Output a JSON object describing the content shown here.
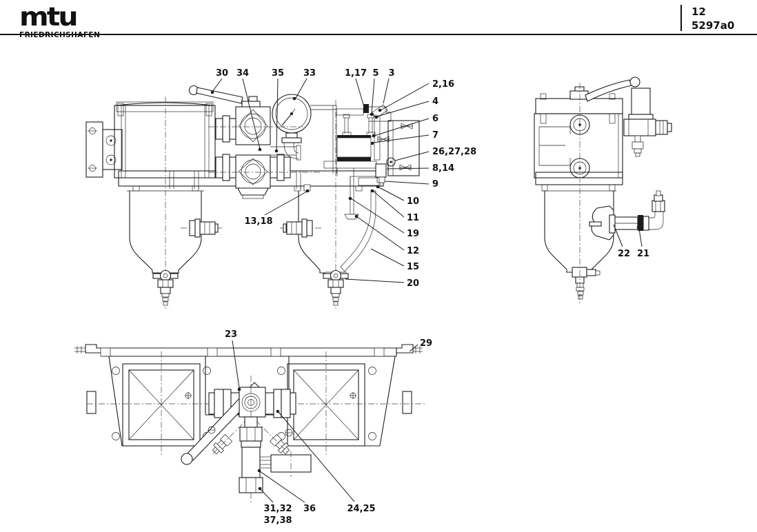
{
  "header": {
    "brand": "mtu",
    "brand_subtitle": "FRIEDRICHSHAFEN",
    "page_number": "12",
    "drawing_number": "5297a0"
  },
  "callouts": {
    "c30": "30",
    "c34": "34",
    "c35": "35",
    "c33": "33",
    "c1_17": "1,17",
    "c5": "5",
    "c3": "3",
    "c2_16": "2,16",
    "c4": "4",
    "c6": "6",
    "c7": "7",
    "c26_27_28": "26,27,28",
    "c8_14": "8,14",
    "c9": "9",
    "c10": "10",
    "c11": "11",
    "c19": "19",
    "c12": "12",
    "c15": "15",
    "c20": "20",
    "c13_18": "13,18",
    "c22": "22",
    "c21": "21",
    "c23": "23",
    "c29": "29",
    "c31_32": "31,32",
    "c37_38": "37,38",
    "c36": "36",
    "c24_25": "24,25"
  }
}
